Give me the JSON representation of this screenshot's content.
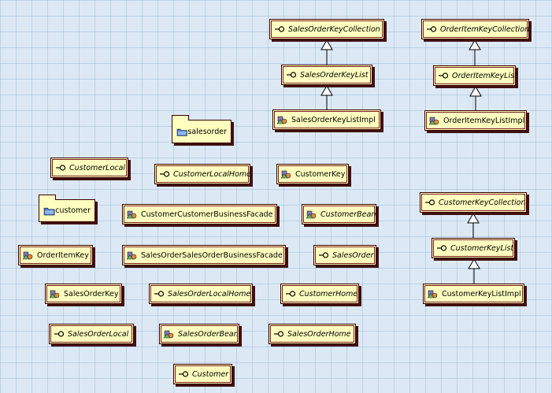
{
  "colors": {
    "node_fill": "#ffffc0",
    "node_border": "#3a0000",
    "background": "#dce9f5",
    "grid": "#a0bedc"
  },
  "nodes": [
    {
      "id": "sokc",
      "label": "SalesOrderKeyCollection",
      "kind": "interface",
      "italic": true
    },
    {
      "id": "oikc",
      "label": "OrderItemKeyCollection",
      "kind": "interface",
      "italic": true
    },
    {
      "id": "sokl",
      "label": "SalesOrderKeyList",
      "kind": "interface",
      "italic": true
    },
    {
      "id": "oikl",
      "label": "OrderItemKeyList",
      "kind": "interface",
      "italic": true
    },
    {
      "id": "sokli",
      "label": "SalesOrderKeyListImpl",
      "kind": "class",
      "italic": false
    },
    {
      "id": "oikli",
      "label": "OrderItemKeyListImpl",
      "kind": "class",
      "italic": false
    },
    {
      "id": "pkg_so",
      "label": "salesorder",
      "kind": "package",
      "italic": false
    },
    {
      "id": "cl",
      "label": "CustomerLocal",
      "kind": "interface",
      "italic": true
    },
    {
      "id": "clh",
      "label": "CustomerLocalHome",
      "kind": "interface",
      "italic": true
    },
    {
      "id": "ck",
      "label": "CustomerKey",
      "kind": "class",
      "italic": false
    },
    {
      "id": "pkg_c",
      "label": "customer",
      "kind": "package",
      "italic": false
    },
    {
      "id": "ccbf",
      "label": "CustomerCustomerBusinessFacade",
      "kind": "class",
      "italic": false
    },
    {
      "id": "cb",
      "label": "CustomerBean",
      "kind": "class",
      "italic": true
    },
    {
      "id": "ckc",
      "label": "CustomerKeyCollection",
      "kind": "interface",
      "italic": true
    },
    {
      "id": "oik",
      "label": "OrderItemKey",
      "kind": "class",
      "italic": false
    },
    {
      "id": "sosobf",
      "label": "SalesOrderSalesOrderBusinessFacade",
      "kind": "class",
      "italic": false
    },
    {
      "id": "so",
      "label": "SalesOrder",
      "kind": "interface",
      "italic": true
    },
    {
      "id": "ckl",
      "label": "CustomerKeyList",
      "kind": "interface",
      "italic": true
    },
    {
      "id": "sok",
      "label": "SalesOrderKey",
      "kind": "class",
      "italic": false
    },
    {
      "id": "solh",
      "label": "SalesOrderLocalHome",
      "kind": "interface",
      "italic": true
    },
    {
      "id": "ch",
      "label": "CustomerHome",
      "kind": "interface",
      "italic": true
    },
    {
      "id": "ckli",
      "label": "CustomerKeyListImpl",
      "kind": "class",
      "italic": false
    },
    {
      "id": "sol",
      "label": "SalesOrderLocal",
      "kind": "interface",
      "italic": true
    },
    {
      "id": "sob",
      "label": "SalesOrderBean",
      "kind": "class",
      "italic": true
    },
    {
      "id": "soh",
      "label": "SalesOrderHome",
      "kind": "interface",
      "italic": true
    },
    {
      "id": "cust",
      "label": "Customer",
      "kind": "interface",
      "italic": true
    }
  ],
  "generalizations": [
    {
      "child": "sokl",
      "parent": "sokc"
    },
    {
      "child": "sokli",
      "parent": "sokl"
    },
    {
      "child": "oikl",
      "parent": "oikc"
    },
    {
      "child": "oikli",
      "parent": "oikl"
    },
    {
      "child": "ckl",
      "parent": "ckc"
    },
    {
      "child": "ckli",
      "parent": "ckl"
    }
  ]
}
